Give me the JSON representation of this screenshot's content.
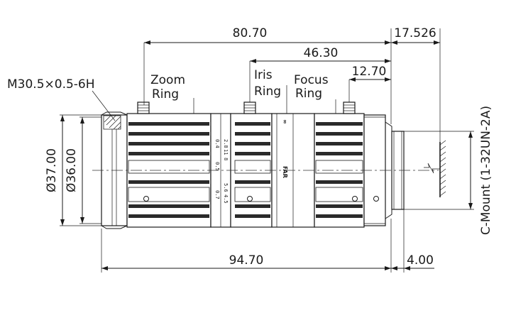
{
  "dimensions": {
    "overall_length": "80.70",
    "iris_to_mount": "46.30",
    "focus_to_mount": "12.70",
    "back_focal": "17.526",
    "total_length": "94.70",
    "mount_thread": "4.00",
    "outer_diameter": "Ø37.00",
    "inner_diameter": "Ø36.00"
  },
  "callouts": {
    "filter_thread": "M30.5×0.5-6H",
    "zoom_line1": "Zoom",
    "zoom_line2": "Ring",
    "iris_line1": "Iris",
    "iris_line2": "Ring",
    "focus_line1": "Focus",
    "focus_line2": "Ring",
    "mount": "C-Mount (1-32UN-2A)"
  },
  "ring_markings": {
    "zoom_scale": [
      "0.4",
      "0.5",
      "0.7"
    ],
    "iris_scale": [
      "2.8",
      "11",
      "8",
      "5.6",
      "4.5"
    ],
    "focus_far": "FAR",
    "focus_inf": "∞"
  }
}
